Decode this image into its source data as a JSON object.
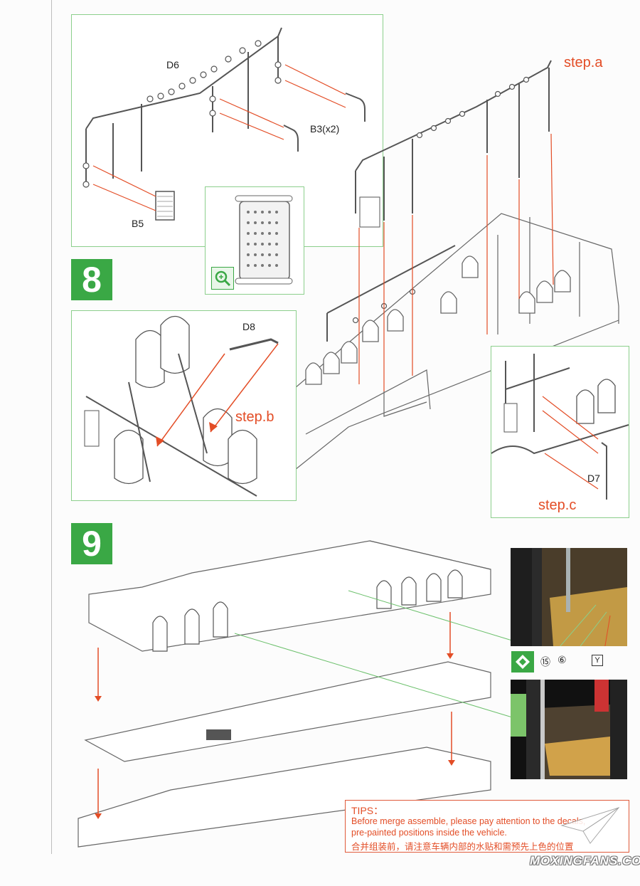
{
  "steps": {
    "step8": "8",
    "step9": "9"
  },
  "labels": {
    "d6": "D6",
    "b3": "B3(x2)",
    "b5": "B5",
    "d8": "D8",
    "d7": "D7",
    "step_a": "step.a",
    "step_b": "step.b",
    "step_c": "step.c",
    "decal_15": "⑮",
    "decal_6": "⑥",
    "decal_y": "Y"
  },
  "tips": {
    "title": "TIPS：",
    "line1": "Before merge assemble, please pay attention to the decals,",
    "line2": "pre-painted positions inside the vehicle.",
    "line3": "合并组装前，请注意车辆内部的水贴和需预先上色的位置"
  },
  "watermark": "MOXINGFANS.COM",
  "icons": [
    "zoom-in-icon",
    "flip-icon"
  ],
  "colors": {
    "accent_green": "#3aa845",
    "arrow_red": "#e34d26",
    "frame_green": "#8ccf8c"
  }
}
